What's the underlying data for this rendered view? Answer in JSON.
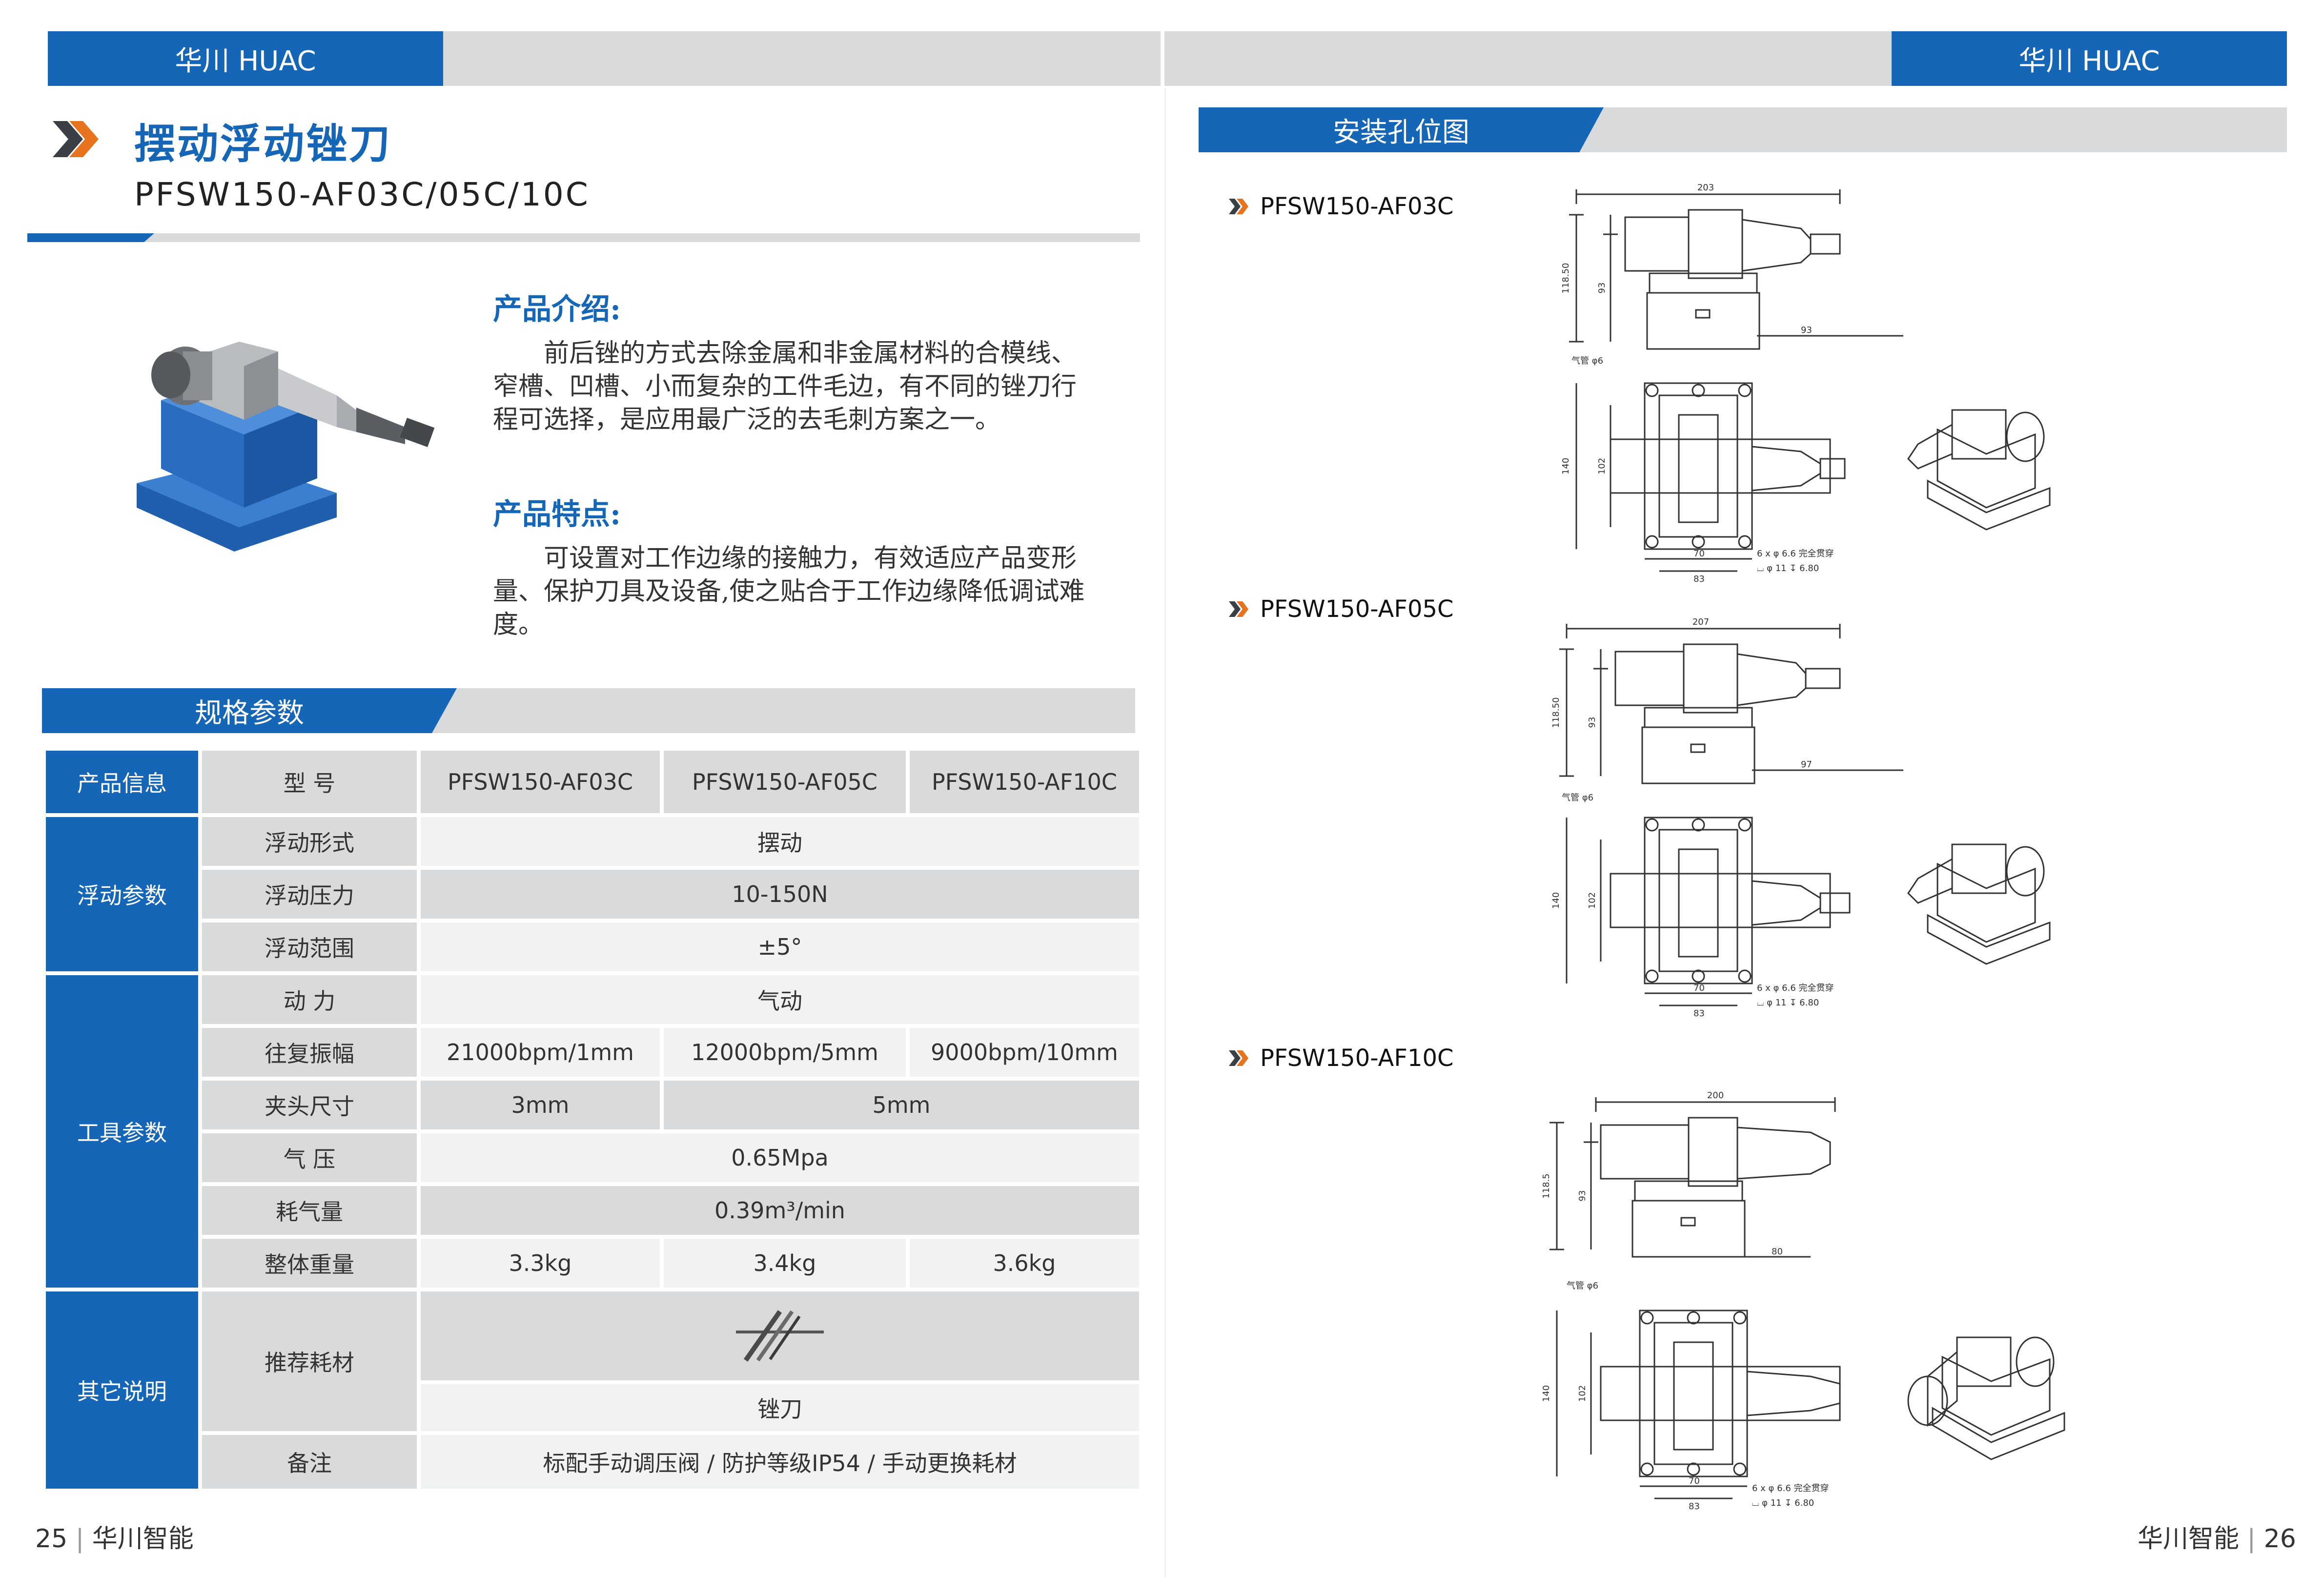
{
  "brand": {
    "left": "华川 HUAC",
    "right": "华川 HUAC"
  },
  "left_page": {
    "title": "摆动浮动锉刀",
    "model": "PFSW150-AF03C/05C/10C",
    "intro": {
      "heading": "产品介绍:",
      "text_lines": [
        "前后锉的方式去除金属和非金属材料的合模线、",
        "窄槽、凹槽、小而复杂的工件毛边，有不同的锉刀行",
        "程可选择，是应用最广泛的去毛刺方案之一。"
      ]
    },
    "features": {
      "heading": "产品特点:",
      "text_lines": [
        "可设置对工作边缘的接触力，有效适应产品变形",
        "量、保护刀具及设备,使之贴合于工作边缘降低调试难",
        "度。"
      ]
    },
    "spec_title": "规格参数",
    "spec": {
      "cat_product": "产品信息",
      "cat_float": "浮动参数",
      "cat_tool": "工具参数",
      "cat_other": "其它说明",
      "model_label": "型 号",
      "models": [
        "PFSW150-AF03C",
        "PFSW150-AF05C",
        "PFSW150-AF10C"
      ],
      "float_form": {
        "label": "浮动形式",
        "value": "摆动"
      },
      "float_pressure": {
        "label": "浮动压力",
        "value": "10-150N"
      },
      "float_range": {
        "label": "浮动范围",
        "value": "±5°"
      },
      "power": {
        "label": "动 力",
        "value": "气动"
      },
      "stroke": {
        "label": "往复振幅",
        "values": [
          "21000bpm/1mm",
          "12000bpm/5mm",
          "9000bpm/10mm"
        ]
      },
      "chuck": {
        "label": "夹头尺寸",
        "values": [
          "3mm",
          "5mm"
        ]
      },
      "air_pressure": {
        "label": "气 压",
        "value": "0.65Mpa"
      },
      "air_consumption": {
        "label": "耗气量",
        "value": "0.39m³/min"
      },
      "weight": {
        "label": "整体重量",
        "values": [
          "3.3kg",
          "3.4kg",
          "3.6kg"
        ]
      },
      "consumable": {
        "label": "推荐耗材",
        "value": "锉刀"
      },
      "remark": {
        "label": "备注",
        "value": "标配手动调压阀 / 防护等级IP54 / 手动更换耗材"
      }
    },
    "page_number": "25",
    "footer_brand": "华川智能"
  },
  "right_page": {
    "section_title": "安装孔位图",
    "models": [
      {
        "name": "PFSW150-AF03C",
        "dims": {
          "width": "203",
          "h1": "118.50",
          "h2": "93",
          "front": "93",
          "plan_h1": "140",
          "plan_h2": "102",
          "plan_w1": "70",
          "plan_w2": "83",
          "air": "气管 φ6",
          "holes": "6 x φ 6.6 完全贯穿",
          "cbore": "⌴ φ 11 ↧ 6.80"
        }
      },
      {
        "name": "PFSW150-AF05C",
        "dims": {
          "width": "207",
          "h1": "118.50",
          "h2": "93",
          "front": "97",
          "plan_h1": "140",
          "plan_h2": "102",
          "plan_w1": "70",
          "plan_w2": "83",
          "air": "气管 φ6",
          "holes": "6 x φ 6.6 完全贯穿",
          "cbore": "⌴ φ 11 ↧ 6.80"
        }
      },
      {
        "name": "PFSW150-AF10C",
        "dims": {
          "width": "200",
          "h1": "118.5",
          "h2": "93",
          "front": "80",
          "plan_h1": "140",
          "plan_h2": "102",
          "plan_w1": "70",
          "plan_w2": "83",
          "air": "气管 φ6",
          "holes": "6 x φ 6.6 完全贯穿",
          "cbore": "⌴ φ 11 ↧ 6.80"
        }
      }
    ],
    "page_number": "26",
    "footer_brand": "华川智能"
  },
  "colors": {
    "brand_blue": "#1566b6",
    "band_gray": "#d9dadb",
    "accent_orange": "#e8731f"
  }
}
